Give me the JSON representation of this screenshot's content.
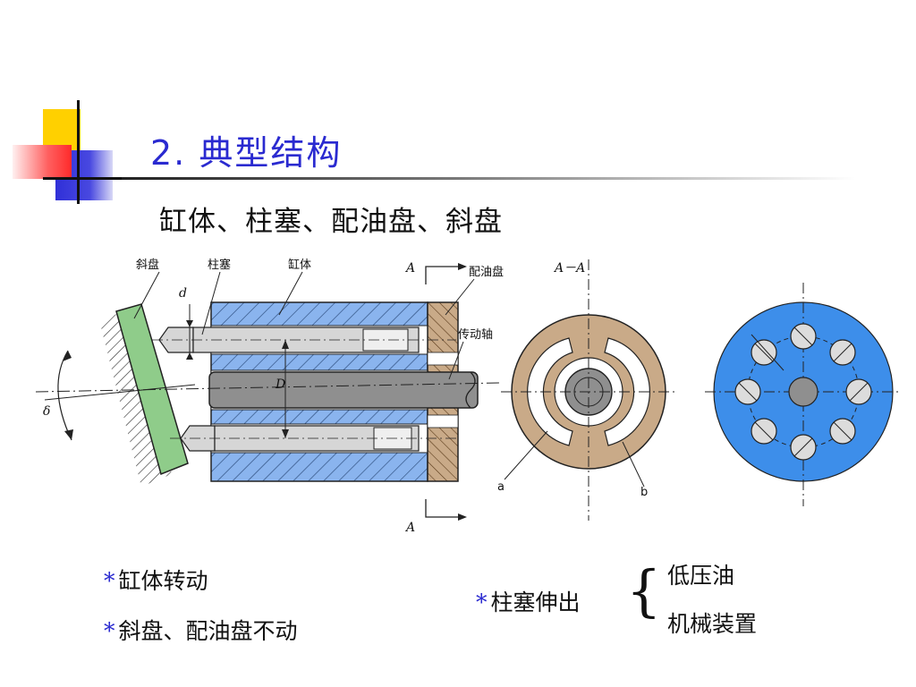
{
  "slide": {
    "title": "2. 典型结构",
    "subtitle": "缸体、柱塞、配油盘、斜盘"
  },
  "diagram": {
    "labels": {
      "swashplate": "斜盘",
      "plunger": "柱塞",
      "cylinder": "缸体",
      "valve_plate": "配油盘",
      "drive_shaft": "传动轴",
      "section_a_top": "A",
      "section_a_bottom": "A",
      "section_title": "A－A",
      "d_small": "d",
      "d_large": "D",
      "delta": "δ",
      "port_a": "a",
      "port_b": "b"
    },
    "colors": {
      "cylinder_blue": "#8ab4ee",
      "swash_green": "#8fcc8a",
      "valve_brown": "#c9aa88",
      "plunger_gray": "#d6d6d6",
      "shaft_gray": "#8f8f8f",
      "section_blue": "#3d8eea"
    }
  },
  "bullets": {
    "left": [
      "缸体转动",
      "斜盘、配油盘不动"
    ],
    "right_main": "柱塞伸出",
    "right_options": [
      "低压油",
      "机械装置"
    ],
    "marker": "*"
  }
}
